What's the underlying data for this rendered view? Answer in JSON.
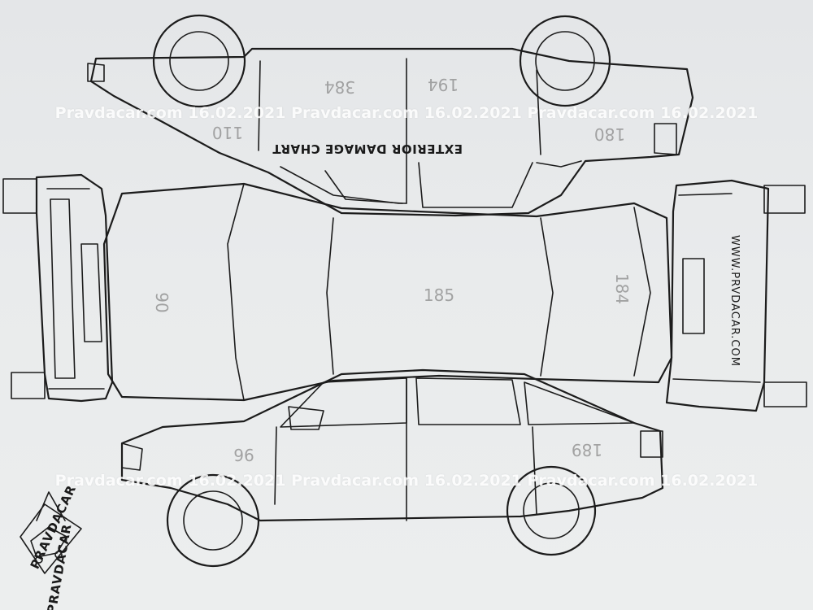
{
  "chart": {
    "title": "EXTERIOR DAMAGE CHART",
    "website": "WWW.PRVDACAR.COM"
  },
  "watermark": {
    "text": "Pravdacar.com 16.02.2021 Pravdacar.com 16.02.2021 Pravdacar.com 16.02.2021"
  },
  "seal": {
    "brand": "PRAVDACAR"
  },
  "measurements": [
    {
      "id": "roof-front",
      "value": "384"
    },
    {
      "id": "roof-rear",
      "value": "194"
    },
    {
      "id": "left-front-fender",
      "value": "110"
    },
    {
      "id": "left-rear-fender",
      "value": "180"
    },
    {
      "id": "hood",
      "value": "90"
    },
    {
      "id": "roof-top",
      "value": "185"
    },
    {
      "id": "trunk",
      "value": "184"
    },
    {
      "id": "right-front-fender",
      "value": "96"
    },
    {
      "id": "right-rear-fender",
      "value": "189"
    }
  ],
  "colors": {
    "paper": "#e6e8ea",
    "ink": "#1c1c1c",
    "pencil": "#8a8a8a",
    "watermark": "#ffffff"
  }
}
